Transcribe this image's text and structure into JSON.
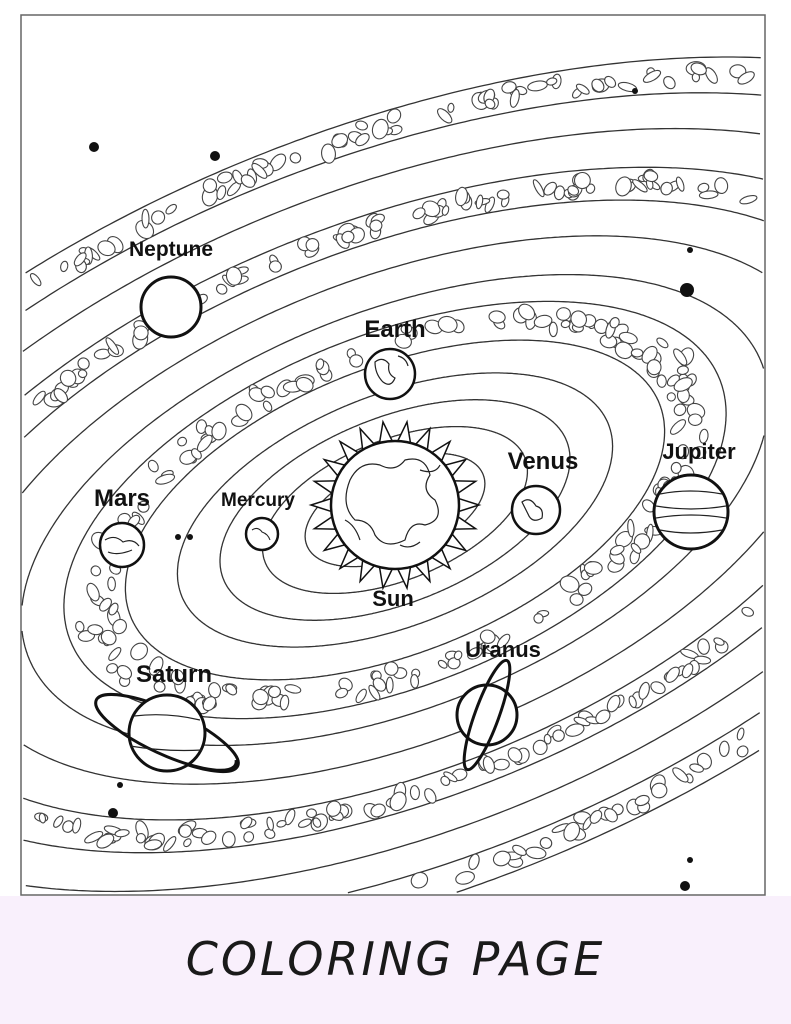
{
  "planets": {
    "neptune": "Neptune",
    "earth": "Earth",
    "venus": "Venus",
    "jupiter": "Jupiter",
    "mars": "Mars",
    "mercury": "Mercury",
    "sun": "Sun",
    "saturn": "Saturn",
    "uranus": "Uranus"
  },
  "banner": {
    "title": "COLORING PAGE"
  },
  "colors": {
    "banner_bg": "#f9f0fc",
    "line": "#222222"
  }
}
